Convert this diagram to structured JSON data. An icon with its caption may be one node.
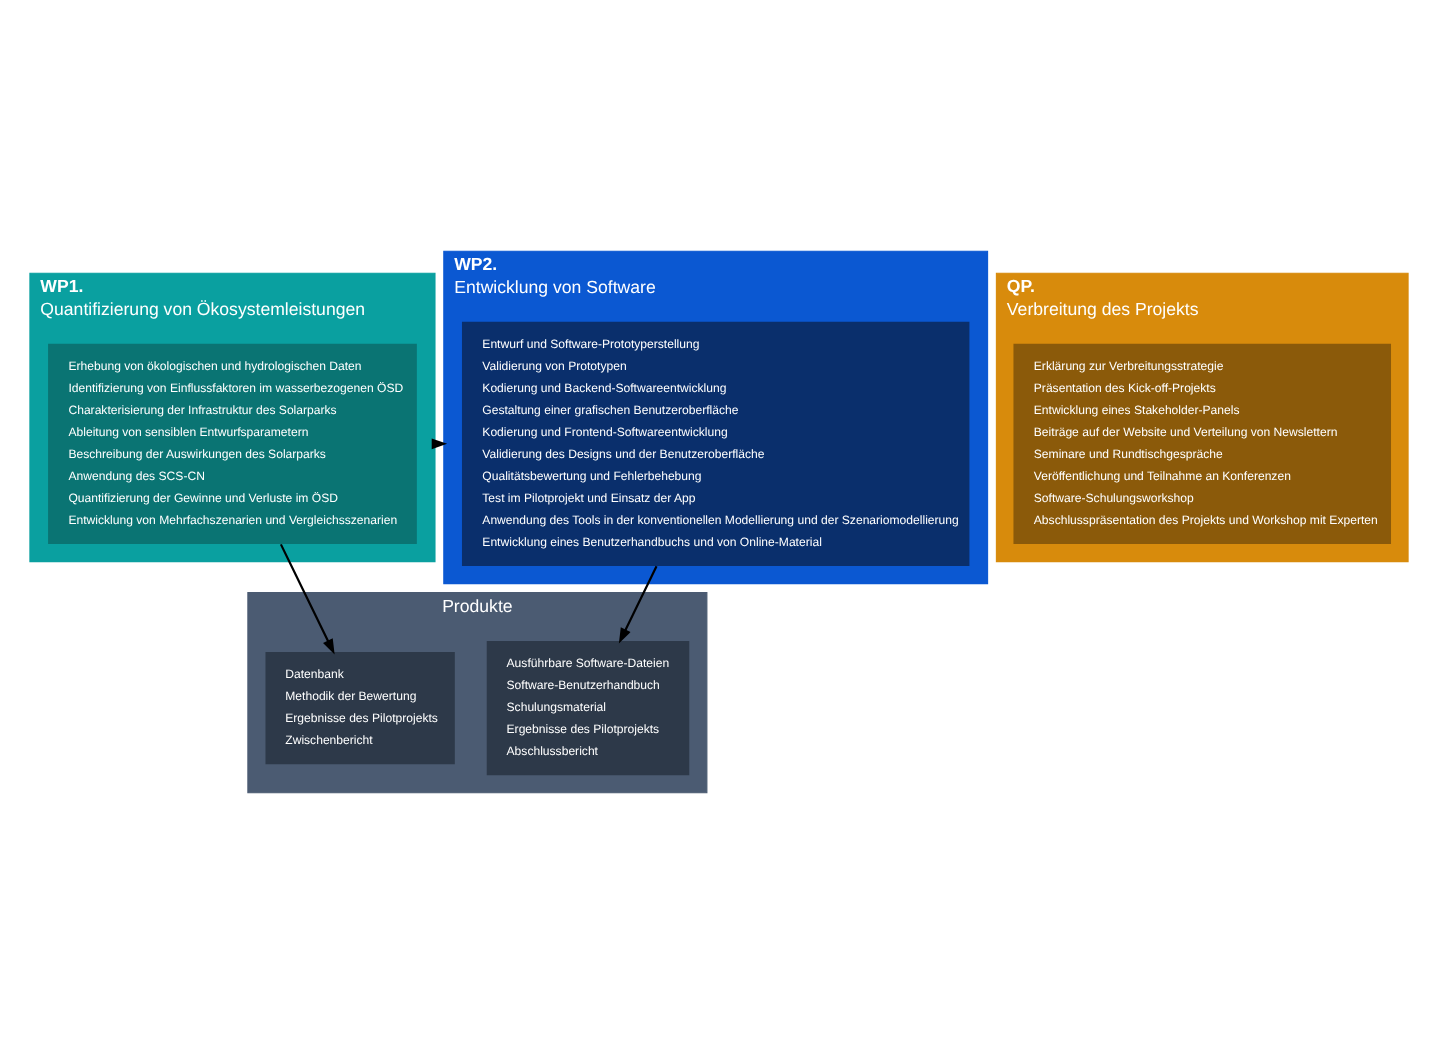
{
  "diagram": {
    "nodes": [
      {
        "text": [
          "WP1.",
          "Quantifizierung von Ökosystemleistungen"
        ]
      },
      {
        "text": [
          "Erhebung von ökologischen und hydrologischen Daten",
          "Identifizierung von Einflussfaktoren im wasserbezogenen ÖSD",
          "Charakterisierung der Infrastruktur des Solarparks",
          "Ableitung von sensiblen Entwurfsparametern",
          "Beschreibung der Auswirkungen des Solarparks",
          "Anwendung des SCS-CN",
          "Quantifizierung der Gewinne und Verluste im ÖSD",
          "Entwicklung von Mehrfachszenarien und Vergleichsszenarien"
        ],
        "in": 0
      },
      {
        "text": [
          "WP2.",
          "Entwicklung von Software"
        ]
      },
      {
        "text": [
          "Entwurf und Software-Prototyperstellung",
          "Validierung von Prototypen",
          "Kodierung und Backend-Softwareentwicklung",
          "Gestaltung einer grafischen Benutzeroberfläche",
          "Kodierung und Frontend-Softwareentwicklung",
          "Validierung des Designs und der Benutzeroberfläche",
          "Qualitätsbewertung und Fehlerbehebung",
          "Test im Pilotprojekt und Einsatz der App",
          "Anwendung des Tools in der konventionellen Modellierung und der Szenariomodellierung",
          "Entwicklung eines Benutzerhandbuchs und von Online-Material"
        ],
        "in": 2
      },
      {
        "text": [
          "QP.",
          "Verbreitung des Projekts"
        ]
      },
      {
        "text": [
          "Erklärung zur Verbreitungsstrategie",
          "Präsentation des Kick-off-Projekts",
          "Entwicklung eines Stakeholder-Panels",
          "Beiträge auf der Website und Verteilung von Newslettern",
          "Seminare und Rundtischgespräche",
          "Veröffentlichung und Teilnahme an Konferenzen",
          "Software-Schulungsworkshop",
          "Abschlusspräsentation des Projekts und Workshop mit Experten"
        ],
        "in": 4
      },
      {
        "text": [
          "Produkte"
        ]
      },
      {
        "text": [
          "Datenbank",
          "Methodik der Bewertung",
          "Ergebnisse des Pilotprojekts",
          "Zwischenbericht"
        ],
        "in": 6
      },
      {
        "text": [
          "Ausführbare Software-Dateien",
          "Software-Benutzerhandbuch",
          "Schulungsmaterial",
          "Ergebnisse des Pilotprojekts",
          "Abschlussbericht"
        ],
        "in": 6
      }
    ],
    "edges": [
      {
        "from": 0,
        "to": 2,
        "arrow": "to"
      },
      {
        "from": 1,
        "to": 7,
        "arrow": "to"
      },
      {
        "from": 3,
        "to": 8,
        "arrow": "to"
      }
    ]
  }
}
